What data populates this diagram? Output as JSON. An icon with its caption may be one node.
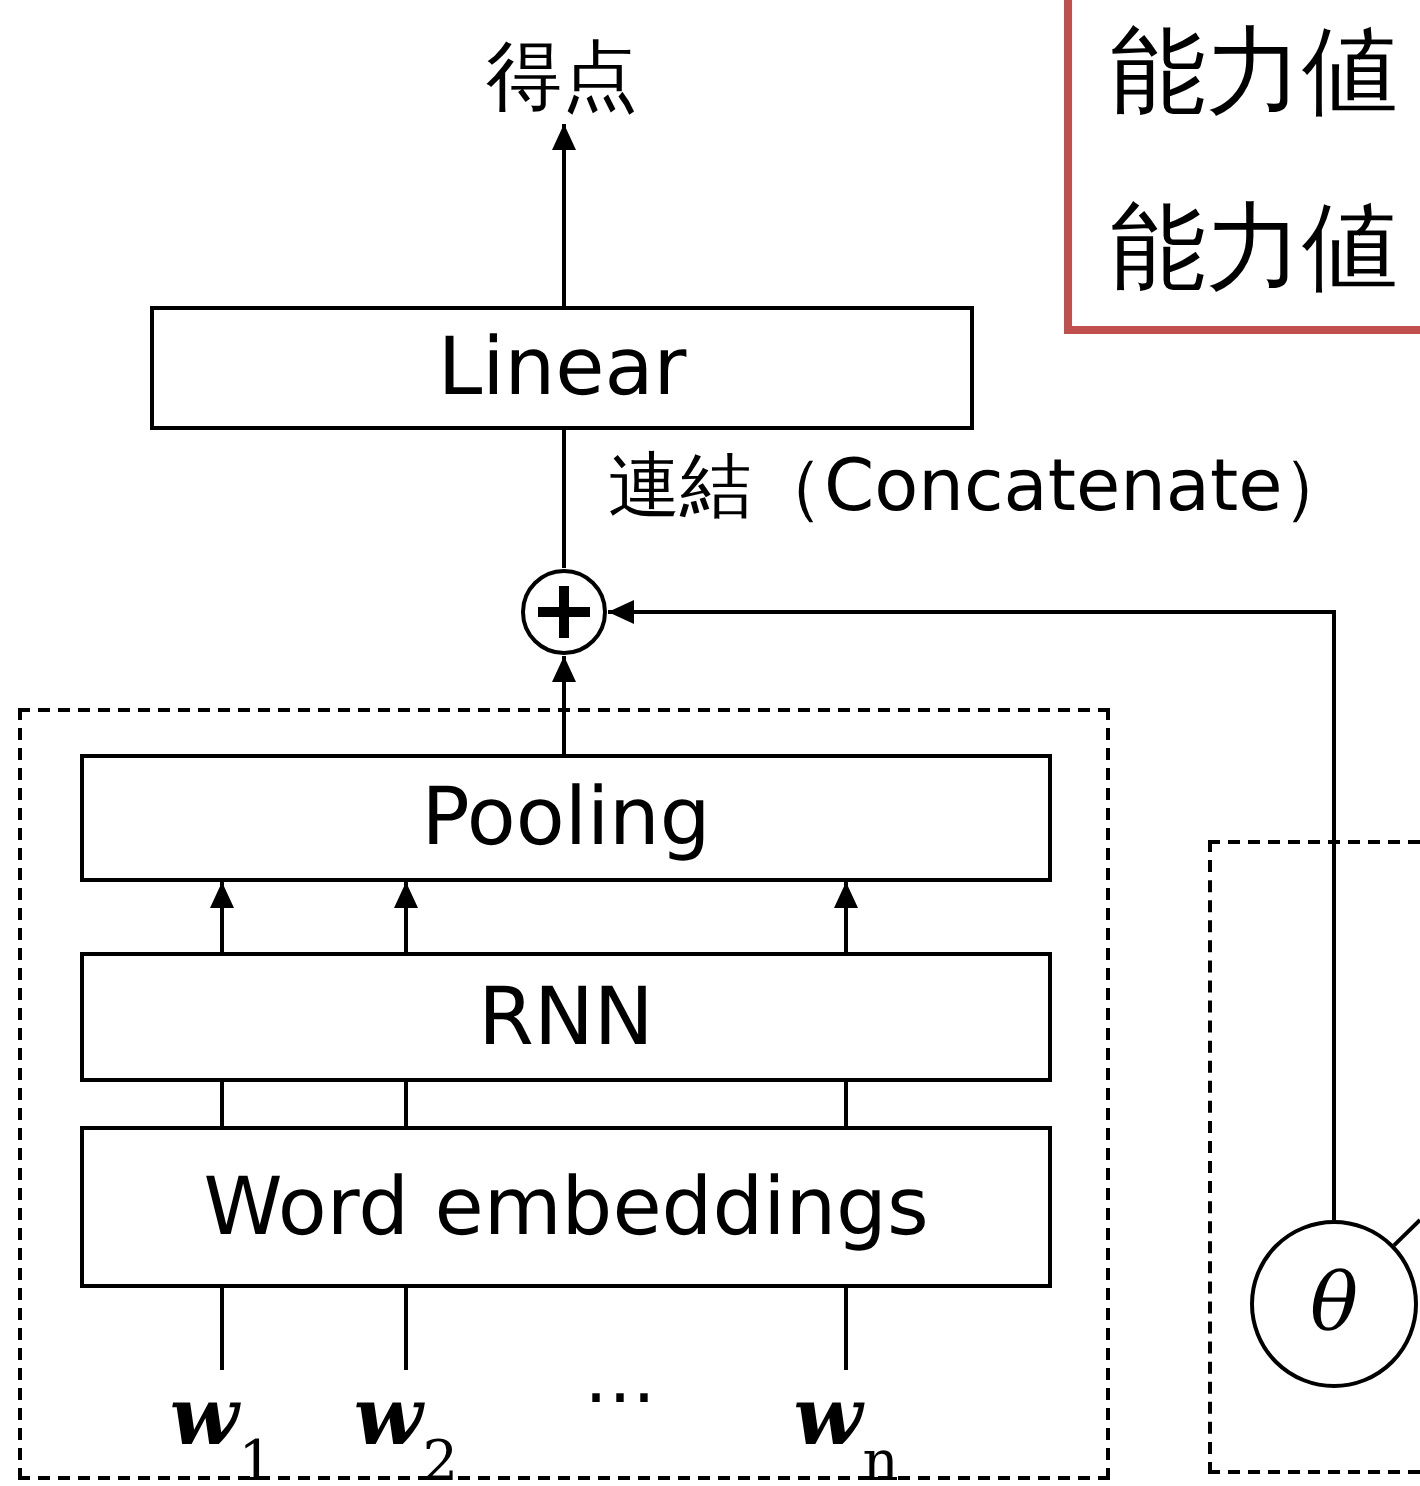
{
  "diagram": {
    "nodes": [
      {
        "text": [
          "得点"
        ]
      },
      {
        "text": [
          "能力値",
          "能力値"
        ]
      },
      {
        "text": [
          "Linear"
        ]
      },
      {
        "text": [],
        "shape": "circle",
        "beside": [
          "連結（Concatenate）"
        ]
      },
      {
        "text": [],
        "shape": "box"
      },
      {
        "text": [
          "Pooling"
        ],
        "in": 4
      },
      {
        "text": [
          "RNN"
        ],
        "in": 4
      },
      {
        "text": [
          "Word embeddings"
        ],
        "in": 4
      },
      {
        "text": [
          "**w**$_{1}$"
        ],
        "in": 4
      },
      {
        "text": [
          "**w**$_{2}$"
        ],
        "in": 4
      },
      {
        "text": [
          "**w**$_{n}$"
        ],
        "in": 4
      },
      {
        "text": [],
        "shape": "box"
      },
      {
        "text": [
          "θ"
        ],
        "in": 11
      }
    ],
    "edges": [
      {
        "from": 2,
        "to": 0,
        "arrow": "to"
      },
      {
        "from": 3,
        "to": 2,
        "arrow": "none"
      },
      {
        "from": 5,
        "to": 3,
        "arrow": "to"
      },
      {
        "from": 12,
        "to": 3,
        "arrow": "to"
      },
      {
        "from": 6,
        "to": 5,
        "arrow": "to"
      },
      {
        "from": 6,
        "to": 5,
        "arrow": "to"
      },
      {
        "from": 6,
        "to": 5,
        "arrow": "to"
      },
      {
        "from": 7,
        "to": 6,
        "arrow": "none"
      },
      {
        "from": 7,
        "to": 6,
        "arrow": "none"
      },
      {
        "from": 7,
        "to": 6,
        "arrow": "none"
      },
      {
        "from": 8,
        "to": 7,
        "arrow": "none"
      },
      {
        "from": 9,
        "to": 7,
        "arrow": "none"
      },
      {
        "from": 10,
        "to": 7,
        "arrow": "none"
      },
      {
        "from": 12,
        "to": null,
        "arrow": "none"
      }
    ],
    "labels": [
      "⋯"
    ]
  }
}
